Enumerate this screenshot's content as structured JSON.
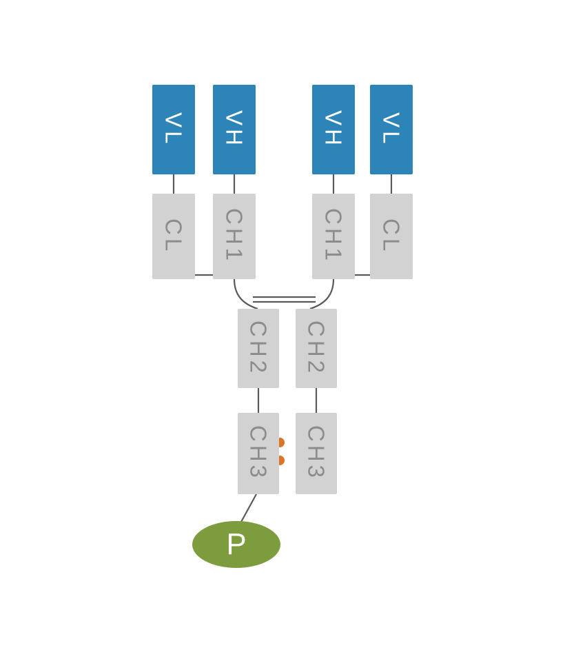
{
  "diagram": {
    "type": "antibody-structure",
    "colors": {
      "variable_domain": "#2d84b8",
      "constant_domain": "#d2d2d2",
      "domain_text": "#8c8c8c",
      "variable_text": "#ffffff",
      "line": "#58595b",
      "dot": "#dd7327",
      "payload": "#7d9c3e",
      "payload_text": "#ffffff"
    },
    "domains": {
      "vl_left": "VL",
      "vh_left": "VH",
      "vh_right": "VH",
      "vl_right": "VL",
      "cl_left": "CL",
      "ch1_left": "CH1",
      "ch1_right": "CH1",
      "cl_right": "CL",
      "ch2_left": "CH2",
      "ch2_right": "CH2",
      "ch3_left": "CH3",
      "ch3_right": "CH3"
    },
    "dot_count": 2,
    "payload_label": "P"
  }
}
